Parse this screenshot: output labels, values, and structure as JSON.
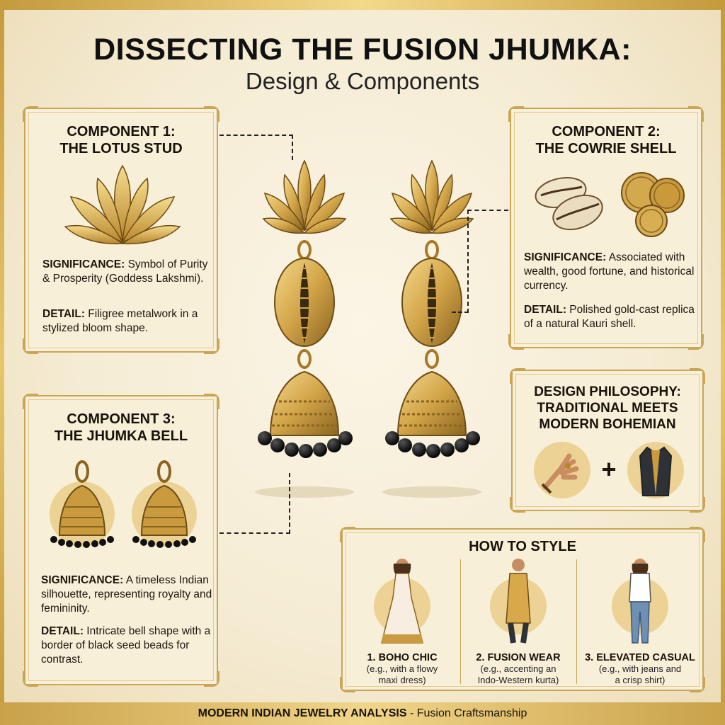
{
  "title": {
    "main": "DISSECTING THE FUSION JHUMKA:",
    "sub": "Design & Components"
  },
  "colors": {
    "gold": "#c9a556",
    "gold_dark": "#8a6420",
    "bead_black": "#111111",
    "card_bg": "#f8efd8"
  },
  "component1": {
    "title_line1": "COMPONENT 1:",
    "title_line2": "THE LOTUS STUD",
    "significance_label": "SIGNIFICANCE:",
    "significance_text": "Symbol of Purity & Prosperity (Goddess Lakshmi).",
    "detail_label": "DETAIL:",
    "detail_text": "Filigree metalwork in a stylized bloom shape.",
    "icon": "lotus-icon"
  },
  "component2": {
    "title_line1": "COMPONENT 2:",
    "title_line2": "THE COWRIE SHELL",
    "significance_label": "SIGNIFICANCE:",
    "significance_text": "Associated with wealth, good fortune, and historical currency.",
    "detail_label": "DETAIL:",
    "detail_text": "Polished gold-cast replica of a natural Kauri shell.",
    "icons": [
      "cowrie-shell-icon",
      "gold-coin-icon"
    ]
  },
  "component3": {
    "title_line1": "COMPONENT 3:",
    "title_line2": "THE JHUMKA BELL",
    "significance_label": "SIGNIFICANCE:",
    "significance_text": "A timeless Indian silhouette, representing royalty and femininity.",
    "detail_label": "DETAIL:",
    "detail_text": "Intricate bell shape with a border of black seed beads for contrast.",
    "icon": "jhumka-bell-icon"
  },
  "philosophy": {
    "line1": "DESIGN PHILOSOPHY:",
    "line2": "TRADITIONAL MEETS",
    "line3": "MODERN BOHEMIAN",
    "plus": "+",
    "icons": [
      "bohemian-hand-icon",
      "kurta-jacket-icon"
    ]
  },
  "howto": {
    "title": "HOW TO STYLE",
    "items": [
      {
        "label": "1. BOHO CHIC",
        "note_line1": "(e.g., with a flowy",
        "note_line2": "maxi dress)",
        "icon": "maxi-dress-figure-icon"
      },
      {
        "label": "2. FUSION WEAR",
        "note_line1": "(e.g., accenting an",
        "note_line2": "Indo-Western kurta)",
        "icon": "kurta-figure-icon"
      },
      {
        "label": "3. ELEVATED CASUAL",
        "note_line1": "(e.g., with jeans and",
        "note_line2": "a crisp shirt)",
        "icon": "jeans-shirt-figure-icon"
      }
    ]
  },
  "footer": {
    "bold": "MODERN INDIAN JEWELRY ANALYSIS",
    "rest": " - Fusion Craftsmanship"
  }
}
